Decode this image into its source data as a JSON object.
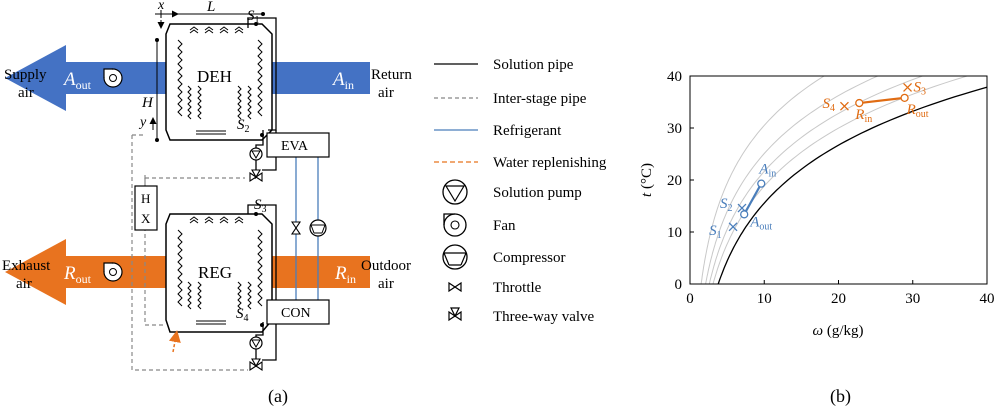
{
  "panel_a": {
    "caption": "(a)",
    "supply_air": [
      "Supply",
      "air"
    ],
    "return_air": [
      "Return",
      "air"
    ],
    "exhaust_air": [
      "Exhaust",
      "air"
    ],
    "outdoor_air": [
      "Outdoor",
      "air"
    ],
    "a_out": {
      "base": "A",
      "sub": "out"
    },
    "a_in": {
      "base": "A",
      "sub": "in"
    },
    "r_out": {
      "base": "R",
      "sub": "out"
    },
    "r_in": {
      "base": "R",
      "sub": "in"
    },
    "deh": "DEH",
    "reg": "REG",
    "eva": "EVA",
    "con": "CON",
    "hx": [
      "H",
      "X"
    ],
    "dim_x": "x",
    "dim_L": "L",
    "dim_H": "H",
    "dim_y": "y",
    "s1": {
      "base": "S",
      "sub": "1"
    },
    "s2": {
      "base": "S",
      "sub": "2"
    },
    "s3": {
      "base": "S",
      "sub": "3"
    },
    "s4": {
      "base": "S",
      "sub": "4"
    }
  },
  "legend": {
    "items": [
      {
        "label": "Solution pipe",
        "symbol": "solid-line",
        "color": "#000000"
      },
      {
        "label": "Inter-stage pipe",
        "symbol": "dashed-line",
        "color": "#888888"
      },
      {
        "label": "Refrigerant",
        "symbol": "solid-line",
        "color": "#4a7ebb"
      },
      {
        "label": "Water replenishing",
        "symbol": "dashed-line",
        "color": "#e8731f"
      },
      {
        "label": "Solution pump",
        "symbol": "solution-pump-icon"
      },
      {
        "label": "Fan",
        "symbol": "fan-icon"
      },
      {
        "label": "Compressor",
        "symbol": "compressor-icon"
      },
      {
        "label": "Throttle",
        "symbol": "throttle-icon"
      },
      {
        "label": "Three-way valve",
        "symbol": "three-way-valve-icon"
      }
    ]
  },
  "colors": {
    "supply_blue": "#4472c4",
    "regen_orange": "#e8731f",
    "label_blue": "#4a7ebb",
    "label_orange": "#e06c13"
  },
  "panel_b": {
    "caption": "(b)",
    "xlabel": {
      "sym": "ω",
      "unit": " (g/kg)"
    },
    "ylabel": {
      "sym": "t",
      "unit": " (°C)"
    },
    "x_ticks": [
      0,
      10,
      20,
      30,
      40
    ],
    "y_ticks": [
      0,
      10,
      20,
      30,
      40
    ],
    "xlim": [
      0,
      40
    ],
    "ylim": [
      0,
      40
    ],
    "saturation_curve_x_at_t0": 3.8,
    "iso_rh_curves_x_at_t0": [
      1.5,
      2.1,
      2.6,
      3.1
    ],
    "points": [
      {
        "id": "S1",
        "label": {
          "base": "S",
          "sub": "1"
        },
        "x": 5.8,
        "y": 11.0,
        "marker": "x",
        "color": "#4a7ebb"
      },
      {
        "id": "S2",
        "label": {
          "base": "S",
          "sub": "2"
        },
        "x": 7.0,
        "y": 14.6,
        "marker": "x",
        "color": "#4a7ebb"
      },
      {
        "id": "Aout",
        "label": {
          "base": "A",
          "sub": "out"
        },
        "x": 7.3,
        "y": 13.4,
        "marker": "o",
        "color": "#4a7ebb"
      },
      {
        "id": "Ain",
        "label": {
          "base": "A",
          "sub": "in"
        },
        "x": 9.6,
        "y": 19.3,
        "marker": "o",
        "color": "#4a7ebb"
      },
      {
        "id": "S4",
        "label": {
          "base": "S",
          "sub": "4"
        },
        "x": 20.8,
        "y": 34.2,
        "marker": "x",
        "color": "#e06c13"
      },
      {
        "id": "Rin",
        "label": {
          "base": "R",
          "sub": "in"
        },
        "x": 22.8,
        "y": 34.8,
        "marker": "o",
        "color": "#e06c13"
      },
      {
        "id": "Rout",
        "label": {
          "base": "R",
          "sub": "out"
        },
        "x": 28.9,
        "y": 35.8,
        "marker": "o",
        "color": "#e06c13"
      },
      {
        "id": "S3",
        "label": {
          "base": "S",
          "sub": "3"
        },
        "x": 29.3,
        "y": 37.8,
        "marker": "x",
        "color": "#e06c13"
      }
    ],
    "process_lines": [
      {
        "from": "Ain",
        "to": "Aout",
        "color": "#4a7ebb"
      },
      {
        "from": "Rin",
        "to": "Rout",
        "color": "#e06c13"
      }
    ]
  }
}
